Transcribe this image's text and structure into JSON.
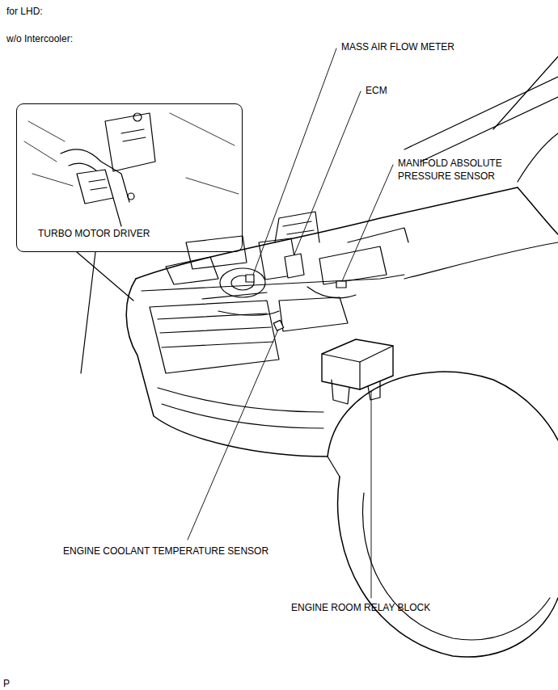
{
  "diagram": {
    "nodes": [
      {
        "text": [
          "TURBO MOTOR DRIVER"
        ]
      }
    ],
    "labels": [
      "for LHD:",
      "w/o Intercooler:",
      "MASS AIR FLOW METER",
      "ECM",
      "MANIFOLD ABSOLUTE PRESSURE SENSOR",
      "ENGINE COOLANT TEMPERATURE SENSOR",
      "ENGINE ROOM RELAY BLOCK",
      "P"
    ]
  }
}
